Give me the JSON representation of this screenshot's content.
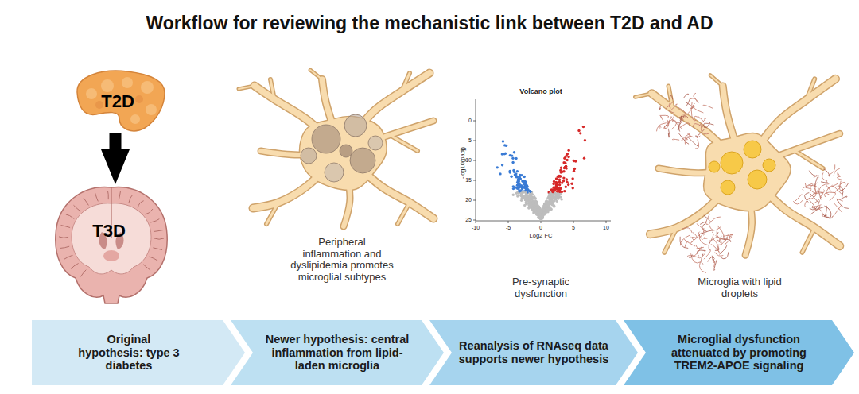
{
  "diagram": {
    "title": "Workflow for reviewing the mechanistic link between T2D and AD",
    "nodes": [
      {
        "text": [
          "T2D"
        ]
      },
      {
        "text": [
          "T3D"
        ]
      },
      {
        "text": [
          "Original hypothesis: type 3 diabetes"
        ]
      },
      {
        "text": [
          "Newer hypothesis: central inflammation from lipid-laden microglia"
        ]
      },
      {
        "text": [
          "Reanalysis of RNAseq data supports newer hypothesis"
        ]
      },
      {
        "text": [
          "Microglial dysfunction attenuated by promoting TREM2-APOE signaling"
        ]
      }
    ],
    "edges": [
      {
        "from": 0,
        "to": 1,
        "arrow": "to"
      }
    ],
    "labels": [
      "Peripheral inflammation and dyslipidemia promotes microglial subtypes",
      "Volcano plot",
      "25",
      "20",
      "15",
      "10",
      "5",
      "0",
      "-10",
      "-5",
      "0",
      "5",
      "10",
      "-log10(padj)",
      "Log2 FC",
      "Pre-synaptic dysfunction",
      "Microglia with lipid droplets"
    ]
  }
}
